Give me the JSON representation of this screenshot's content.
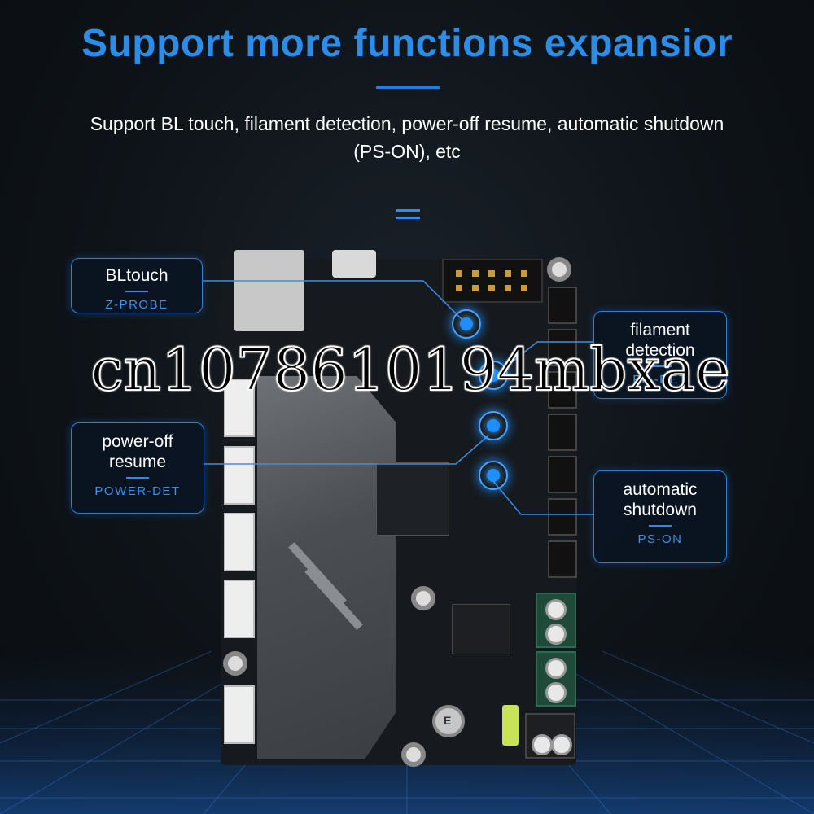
{
  "header": {
    "title": "Support more functions expansior",
    "subtitle": "Support BL touch, filament detection, power-off resume, automatic shutdown (PS-ON), etc"
  },
  "callouts": {
    "bltouch": {
      "label": "BLtouch",
      "sub": "Z-PROBE"
    },
    "filament": {
      "label": "filament detection",
      "sub": "FIL-DET"
    },
    "power_off": {
      "label": "power-off resume",
      "sub": "POWER-DET"
    },
    "shutdown": {
      "label": "automatic shutdown",
      "sub": "PS-ON"
    }
  },
  "board": {
    "capacitor_label": "E"
  },
  "watermark": "cn1078610194mbxae",
  "colors": {
    "accent": "#2c8de8",
    "background": "#0e1318",
    "callout_border": "#2f7ed8",
    "highlight": "#1f8fff"
  }
}
